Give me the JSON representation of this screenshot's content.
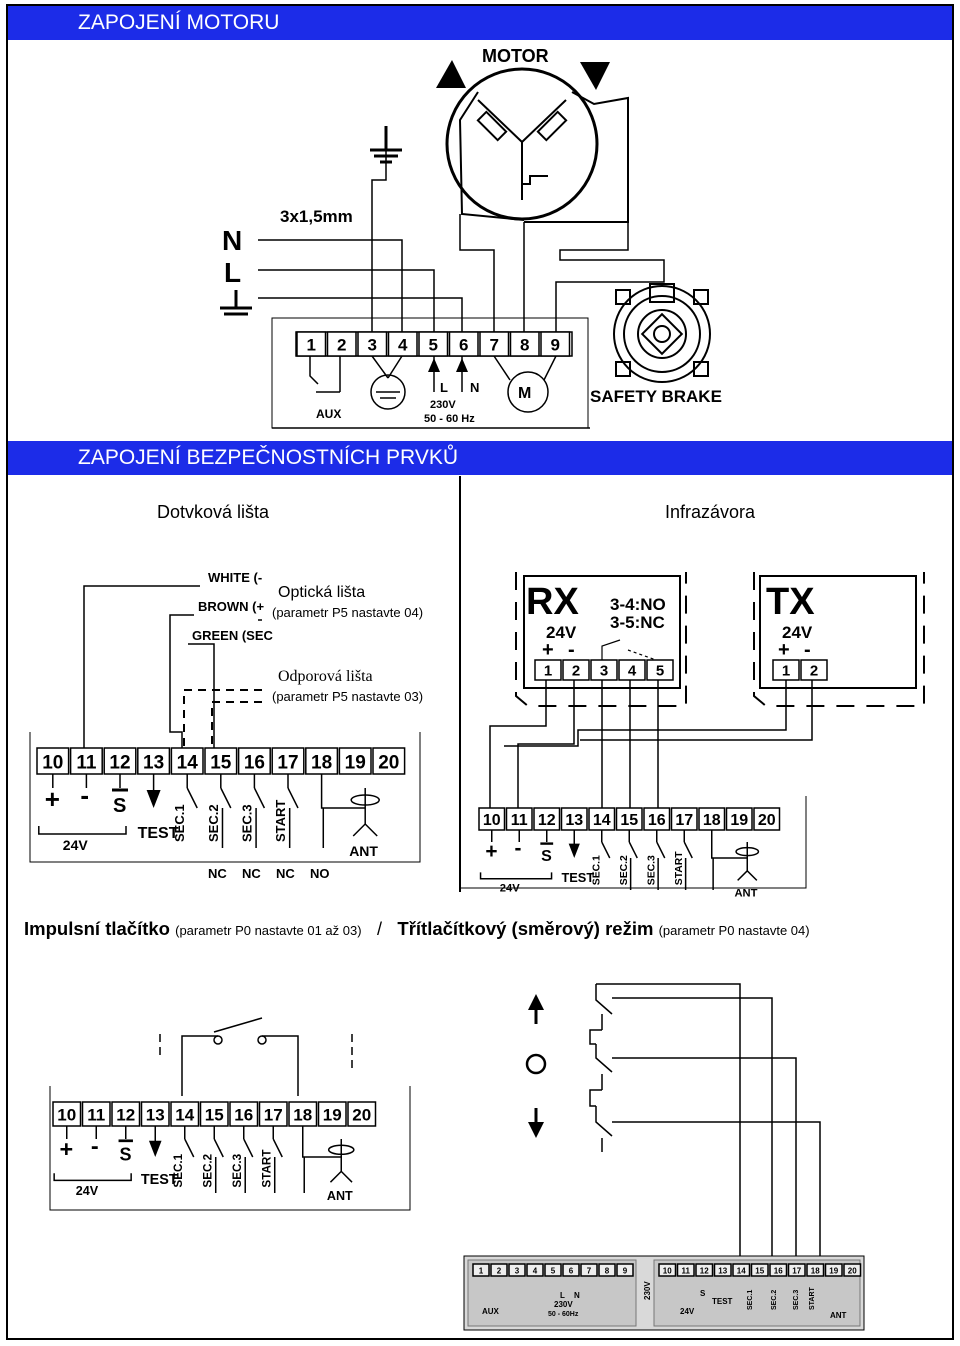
{
  "section_motor": {
    "title": "ZAPOJENÍ MOTORU",
    "motor_label": "MOTOR",
    "cable_label": "3x1,5mm",
    "n_label": "N",
    "l_label": "L",
    "terminals": [
      "1",
      "2",
      "3",
      "4",
      "5",
      "6",
      "7",
      "8",
      "9"
    ],
    "aux_label": "AUX",
    "l_sub": "L",
    "n_sub": "N",
    "voltage": "230V",
    "frequency": "50 - 60 Hz",
    "m_label": "M",
    "brake_label": "SAFETY BRAKE"
  },
  "section_safety": {
    "title": "ZAPOJENÍ BEZPEČNOSTNÍCH PRVKŮ",
    "left_header": "Dotvková lišta",
    "right_header": "Infrazávora",
    "wire_white": "WHITE (-",
    "wire_brown": "BROWN (+",
    "wire_green": "GREEN (SEC",
    "optical_title": "Optická lišta",
    "optical_sub": "(parametr P5 nastavte 04)",
    "resist_title": "Odporová lišta",
    "resist_sub": "(parametr P5 nastavte 03)",
    "rx": {
      "name": "RX",
      "nc": "3-4:NO",
      "no": "3-5:NC",
      "volt": "24V",
      "plus": "+",
      "minus": "-",
      "terms": [
        "1",
        "2",
        "3",
        "4",
        "5"
      ]
    },
    "tx": {
      "name": "TX",
      "volt": "24V",
      "plus": "+",
      "minus": "-",
      "terms": [
        "1",
        "2"
      ]
    },
    "board_terms": [
      "10",
      "11",
      "12",
      "13",
      "14",
      "15",
      "16",
      "17",
      "18",
      "19",
      "20"
    ],
    "board_labels": {
      "plus": "+",
      "minus": "-",
      "s": "S",
      "volt": "24V",
      "test": "TEST",
      "sec1": "SEC.1",
      "sec2": "SEC.2",
      "sec3": "SEC.3",
      "start": "START",
      "ant": "ANT"
    },
    "contact_types": [
      "NC",
      "NC",
      "NC",
      "NO"
    ]
  },
  "section_pushbutton": {
    "title_a": "Impulsní tlačítko",
    "param_a": "(parametr P0 nastavte 01 až 03)",
    "separator": "/",
    "title_b": "Třítlačítkový (směrový) režim",
    "param_b": "(parametr P0 nastavte 04)",
    "stop_symbol": "O",
    "full_board": {
      "terms_left": [
        "1",
        "2",
        "3",
        "4",
        "5",
        "6",
        "7",
        "8",
        "9"
      ],
      "aux": "AUX",
      "l": "L",
      "n": "N",
      "voltage": "230V",
      "freq": "50 - 60Hz",
      "side_label": "230V",
      "terms_right": [
        "10",
        "11",
        "12",
        "13",
        "14",
        "15",
        "16",
        "17",
        "18",
        "19",
        "20"
      ],
      "volt24": "24V",
      "test": "TEST",
      "s": "S",
      "sec1": "SEC.1",
      "sec2": "SEC.2",
      "sec3": "SEC.3",
      "start": "START",
      "ant": "ANT"
    }
  }
}
